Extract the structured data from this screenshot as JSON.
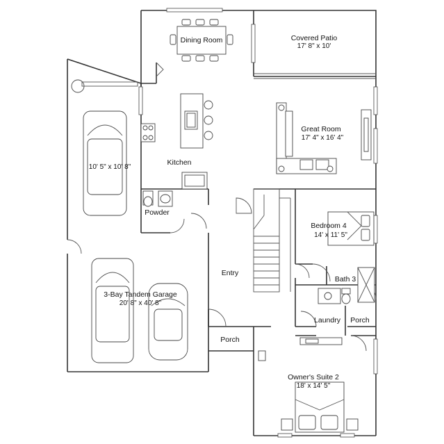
{
  "rooms": {
    "dining": {
      "name": "Dining Room"
    },
    "patio": {
      "name": "Covered Patio",
      "dims": "17' 8\" x 10'"
    },
    "great": {
      "name": "Great Room",
      "dims": "17' 4\" x 16' 4\""
    },
    "kitchen": {
      "name": "Kitchen"
    },
    "bay": {
      "dims": "10' 5\" x 10' 8\""
    },
    "powder": {
      "name": "Powder"
    },
    "bedroom4": {
      "name": "Bedroom 4",
      "dims": "14' x 11' 5\""
    },
    "entry": {
      "name": "Entry"
    },
    "bath3": {
      "name": "Bath 3"
    },
    "garage": {
      "name": "3-Bay Tandem Garage",
      "dims": "20' 8\" x 40' 8\""
    },
    "laundry": {
      "name": "Laundry"
    },
    "porch_right": {
      "name": "Porch"
    },
    "porch_front": {
      "name": "Porch"
    },
    "owners": {
      "name": "Owner's Suite 2",
      "dims": "18' x 14' 5\""
    }
  }
}
